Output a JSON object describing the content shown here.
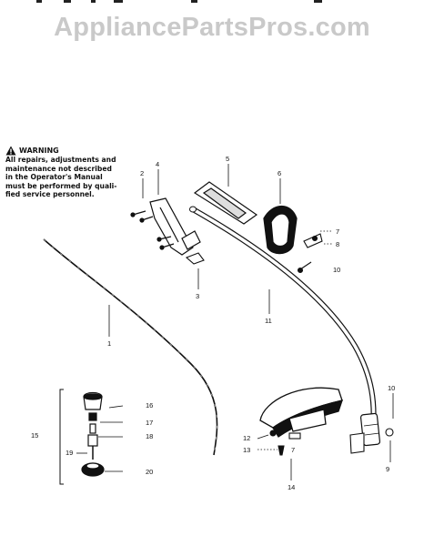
{
  "watermark": "AppliancePartsPros.com",
  "warning": {
    "heading": "WARNING",
    "lines": [
      "All repairs, adjustments and",
      "maintenance not described",
      "in the Operator's Manual",
      "must be performed by quali-",
      "fied service personnel."
    ]
  },
  "callouts": {
    "c1": "1",
    "c2": "2",
    "c3": "3",
    "c4": "4",
    "c5": "5",
    "c6": "6",
    "c7a": "7",
    "c8a": "8",
    "c10a": "10",
    "c11": "11",
    "c15": "15",
    "c16": "16",
    "c17": "17",
    "c18": "18",
    "c19": "19",
    "c20": "20",
    "c10b": "10",
    "c12": "12",
    "c13": "13",
    "c7b": "7",
    "c9": "9",
    "c14": "14"
  },
  "colors": {
    "ink": "#111111",
    "watermark": "#c9c9c9",
    "background": "#ffffff"
  }
}
